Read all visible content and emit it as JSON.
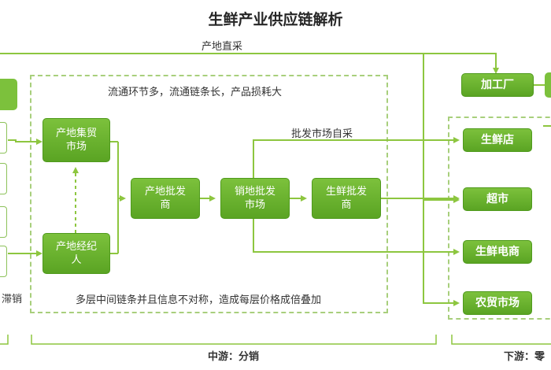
{
  "title": "生鲜产业供应链解析",
  "labels": {
    "direct_purchase": "产地直采",
    "middle_note": "流通环节多，流通链条长，产品损耗大",
    "wholesale_self": "批发市场自采",
    "bottom_note": "多层中间链条并且信息不对称，造成每层价格成倍叠加",
    "left_partial": "滞销",
    "midstream": "中游：分销",
    "downstream": "下游：零"
  },
  "nodes": {
    "origin_collect": "产地集贸\n市场",
    "origin_broker": "产地经纪\n人",
    "origin_wholesale": "产地批发\n商",
    "sales_wholesale_market": "销地批发\n市场",
    "fresh_wholesaler": "生鲜批发\n商",
    "factory": "加工厂",
    "fresh_store": "生鲜店",
    "supermarket": "超市",
    "fresh_ecommerce": "生鲜电商",
    "farmers_market": "农贸市场"
  },
  "colors": {
    "node_green": "#6ab32e",
    "line_green": "#8dc63f",
    "dash_green": "#a8cf7c"
  }
}
